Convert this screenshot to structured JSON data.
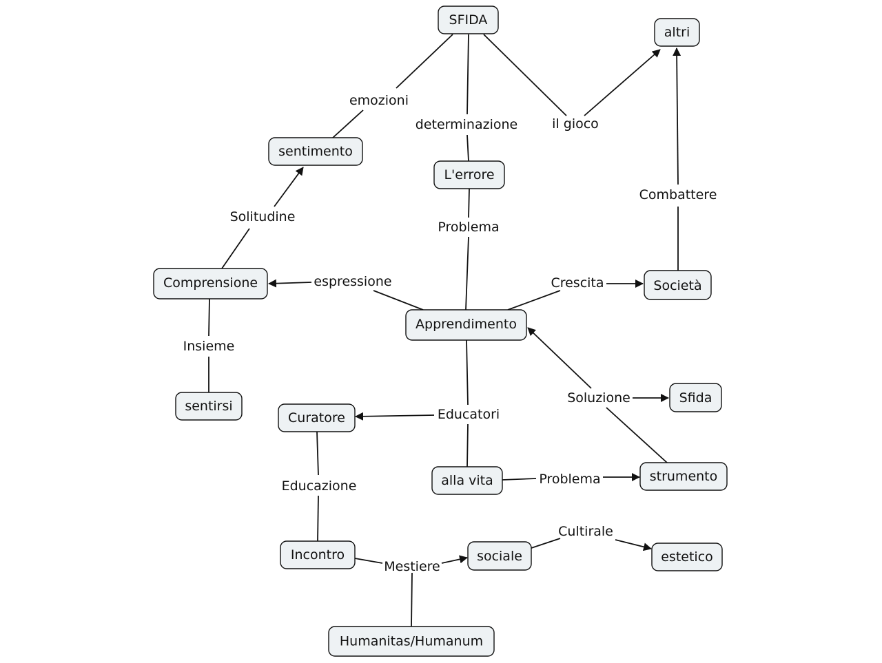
{
  "concept_map": {
    "nodes": {
      "sfida_top": "SFIDA",
      "altri": "altri",
      "sentimento": "sentimento",
      "errore": "L'errore",
      "comprensione": "Comprensione",
      "societa": "Società",
      "apprendimento": "Apprendimento",
      "sentirsi": "sentirsi",
      "curatore": "Curatore",
      "sfida": "Sfida",
      "alla_vita": "alla vita",
      "strumento": "strumento",
      "incontro": "Incontro",
      "sociale": "sociale",
      "estetico": "estetico",
      "humanitas": "Humanitas/Humanum"
    },
    "links": {
      "emozioni": "emozioni",
      "determinazione": "determinazione",
      "il_gioco": "il gioco",
      "combattere": "Combattere",
      "solitudine": "Solitudine",
      "problema_1": "Problema",
      "espressione": "espressione",
      "crescita": "Crescita",
      "insieme": "Insieme",
      "soluzione": "Soluzione",
      "educatori": "Educatori",
      "problema_2": "Problema",
      "educazione": "Educazione",
      "cultirale": "Cultirale",
      "mestiere": "Mestiere"
    }
  }
}
